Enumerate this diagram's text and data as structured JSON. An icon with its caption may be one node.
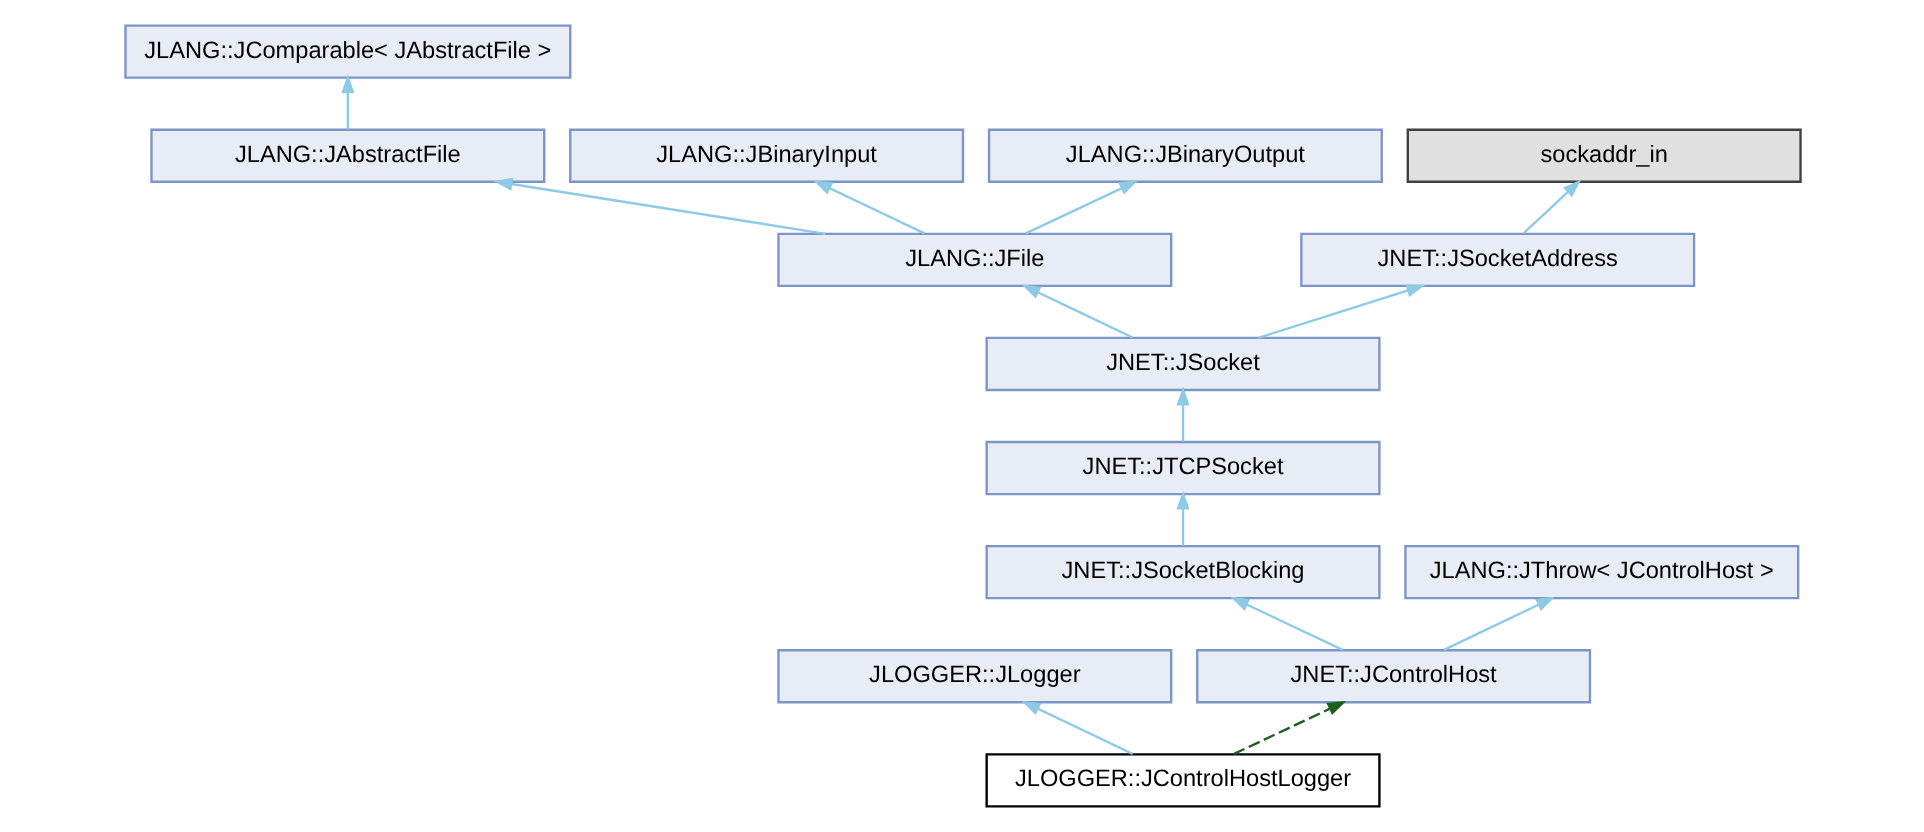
{
  "diagram": {
    "nodes": [
      {
        "text": [
          "JLANG::JComparable< JAbstractFile >"
        ]
      },
      {
        "text": [
          "JLANG::JAbstractFile"
        ]
      },
      {
        "text": [
          "JLANG::JBinaryInput"
        ]
      },
      {
        "text": [
          "JLANG::JBinaryOutput"
        ]
      },
      {
        "text": [
          "sockaddr_in"
        ]
      },
      {
        "text": [
          "JLANG::JFile"
        ]
      },
      {
        "text": [
          "JNET::JSocketAddress"
        ]
      },
      {
        "text": [
          "JNET::JSocket"
        ]
      },
      {
        "text": [
          "JNET::JTCPSocket"
        ]
      },
      {
        "text": [
          "JNET::JSocketBlocking"
        ]
      },
      {
        "text": [
          "JLANG::JThrow< JControlHost >"
        ]
      },
      {
        "text": [
          "JLOGGER::JLogger"
        ]
      },
      {
        "text": [
          "JNET::JControlHost"
        ]
      },
      {
        "text": [
          "JLOGGER::JControlHostLogger"
        ]
      }
    ],
    "edges": [
      {
        "from": 1,
        "to": 0,
        "arrow": "to"
      },
      {
        "from": 5,
        "to": 1,
        "arrow": "to"
      },
      {
        "from": 5,
        "to": 2,
        "arrow": "to"
      },
      {
        "from": 5,
        "to": 3,
        "arrow": "to"
      },
      {
        "from": 6,
        "to": 4,
        "arrow": "to"
      },
      {
        "from": 7,
        "to": 5,
        "arrow": "to"
      },
      {
        "from": 7,
        "to": 6,
        "arrow": "to"
      },
      {
        "from": 8,
        "to": 7,
        "arrow": "to"
      },
      {
        "from": 9,
        "to": 8,
        "arrow": "to"
      },
      {
        "from": 12,
        "to": 9,
        "arrow": "to"
      },
      {
        "from": 12,
        "to": 10,
        "arrow": "to"
      },
      {
        "from": 13,
        "to": 11,
        "arrow": "to"
      },
      {
        "from": 13,
        "to": 12,
        "arrow": "to",
        "style": "dashed",
        "color": "#1e5e1e"
      }
    ]
  }
}
